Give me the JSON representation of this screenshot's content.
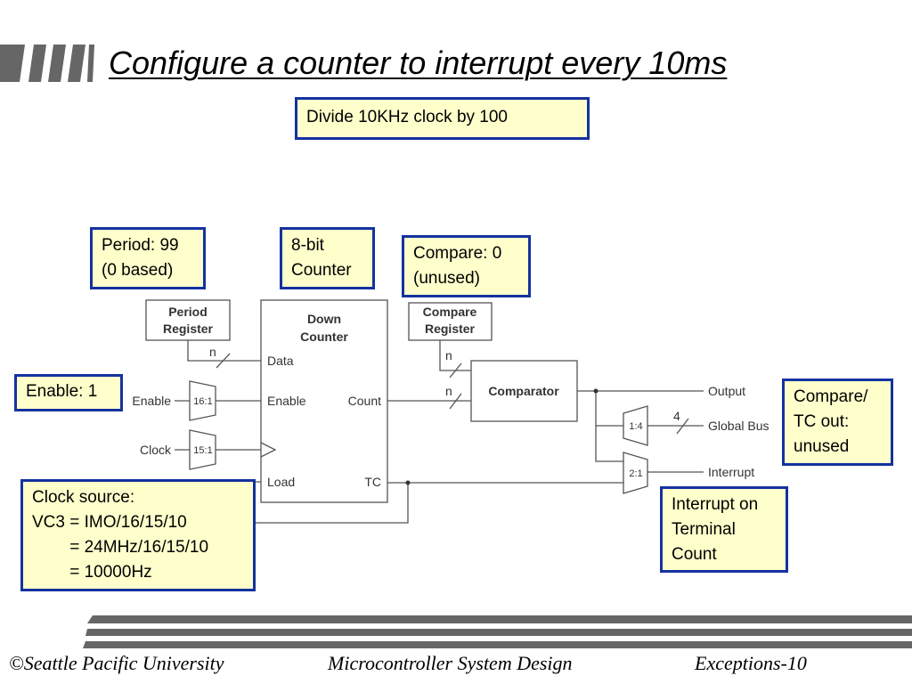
{
  "slide": {
    "title": "Configure a counter to interrupt every 10ms",
    "subtitle_box": "Divide 10KHz clock by 100"
  },
  "callouts": {
    "period": "Period: 99\n(0 based)",
    "counter": "8-bit\nCounter",
    "compare": "Compare: 0\n(unused)",
    "enable": "Enable: 1",
    "compare_out": "Compare/\nTC out:\nunused",
    "interrupt": "Interrupt on\nTerminal\nCount",
    "clock_source": "Clock source:\nVC3 = IMO/16/15/10\n        = 24MHz/16/15/10\n        = 10000Hz"
  },
  "diagram": {
    "period_register": [
      "Period",
      "Register"
    ],
    "down_counter": [
      "Down",
      "Counter"
    ],
    "compare_register": [
      "Compare",
      "Register"
    ],
    "comparator": "Comparator",
    "ports": {
      "data": "Data",
      "enable": "Enable",
      "load": "Load",
      "count": "Count",
      "tc": "TC"
    },
    "inputs": {
      "enable": "Enable",
      "clock": "Clock"
    },
    "muxes": {
      "enable_mux": "16:1",
      "clock_mux": "15:1",
      "bus_mux": "1:4",
      "interrupt_mux": "2:1"
    },
    "bus_widths": {
      "period_data": "n",
      "compare_reg": "n",
      "count": "n",
      "global_bus": "4"
    },
    "outputs": {
      "output": "Output",
      "global_bus": "Global Bus",
      "interrupt": "Interrupt"
    }
  },
  "footer": {
    "left": "©Seattle Pacific University",
    "center": "Microcontroller System Design",
    "right": "Exceptions-10"
  },
  "colors": {
    "callout_border": "#1432a0",
    "callout_fill": "#ffffcc",
    "diagram_line": "#555555",
    "logo_gray": "#666666"
  }
}
